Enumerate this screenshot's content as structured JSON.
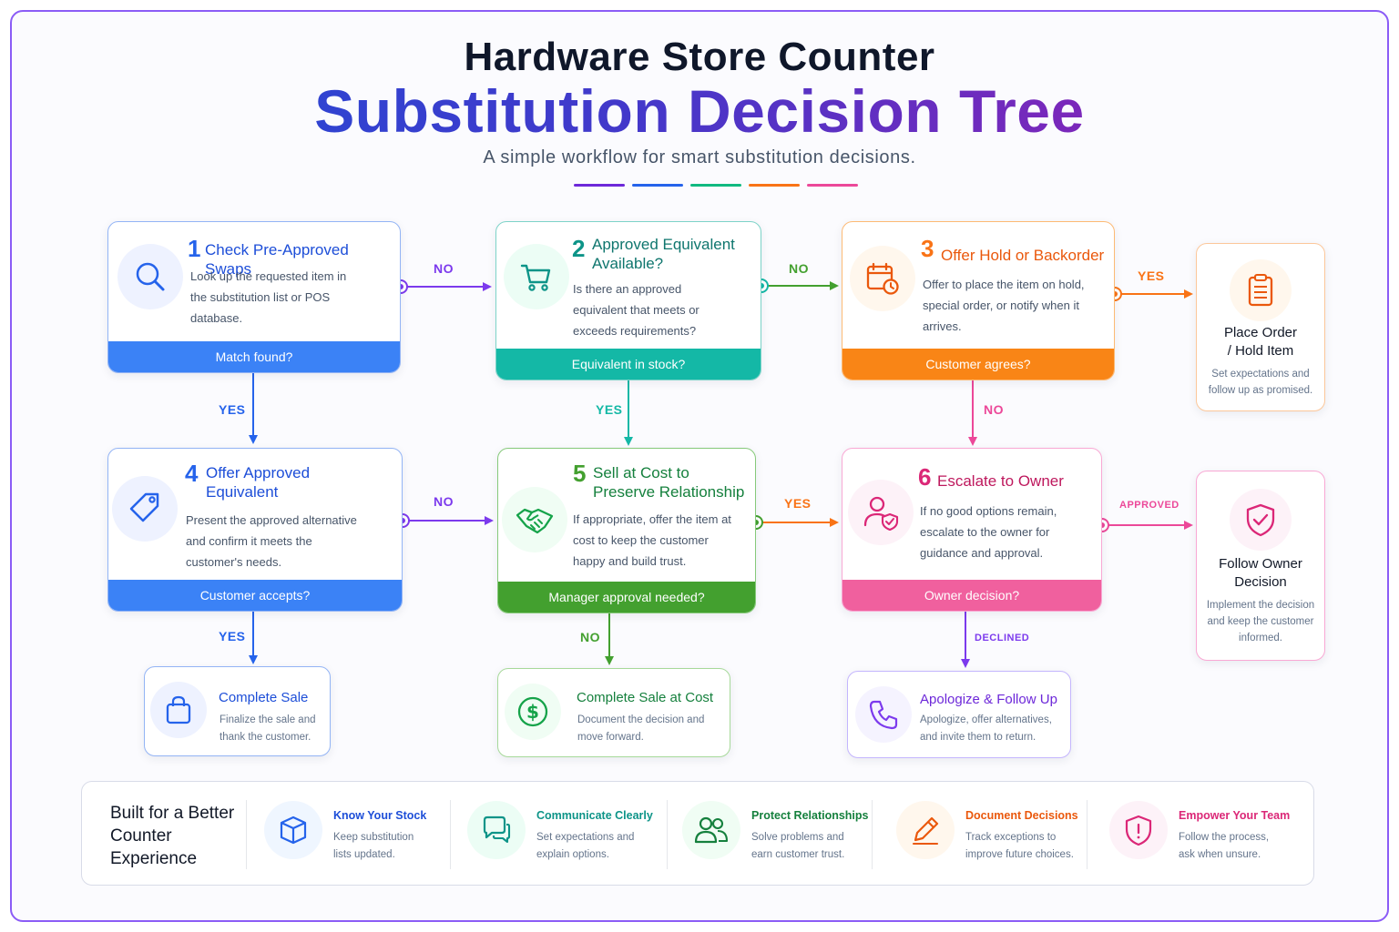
{
  "header": {
    "title_line1": "Hardware Store Counter",
    "title_line2": "Substitution Decision Tree",
    "subtitle": "A simple workflow for smart substitution decisions."
  },
  "colors": {
    "blue": "#3b82f6",
    "teal": "#14b8a6",
    "orange": "#f97316",
    "green": "#43a02f",
    "pink": "#ec4899",
    "purple": "#7c3aed"
  },
  "steps": {
    "s1": {
      "num": "1",
      "title": "Check Pre-Approved Swaps",
      "desc": "Look up the requested item in the substitution list or POS database.",
      "question": "Match found?",
      "icon": "magnifier-icon"
    },
    "s2": {
      "num": "2",
      "title": "Approved Equivalent Available?",
      "desc": "Is there an approved equivalent that meets or exceeds requirements?",
      "question": "Equivalent in stock?",
      "icon": "cart-icon"
    },
    "s3": {
      "num": "3",
      "title": "Offer Hold or Backorder",
      "desc": "Offer to place the item on hold, special order, or notify when it arrives.",
      "question": "Customer agrees?",
      "icon": "calendar-clock-icon"
    },
    "s4": {
      "num": "4",
      "title": "Offer Approved Equivalent",
      "desc": "Present the approved alternative and confirm it meets the customer's needs.",
      "question": "Customer accepts?",
      "icon": "tag-icon"
    },
    "s5": {
      "num": "5",
      "title": "Sell at Cost to Preserve Relationship",
      "desc": "If appropriate, offer the item at cost to keep the customer happy and build trust.",
      "question": "Manager approval needed?",
      "icon": "handshake-icon"
    },
    "s6": {
      "num": "6",
      "title": "Escalate to Owner",
      "desc": "If no good options remain, escalate to the owner for guidance and approval.",
      "question": "Owner decision?",
      "icon": "user-shield-icon"
    }
  },
  "outcomes": {
    "place_order": {
      "title": "Place Order / Hold Item",
      "desc": "Set expectations and follow up as promised.",
      "icon": "clipboard-icon"
    },
    "follow_owner": {
      "title": "Follow Owner Decision",
      "desc": "Implement the decision and keep the customer informed.",
      "icon": "shield-check-icon"
    },
    "complete_sale": {
      "title": "Complete Sale",
      "desc": "Finalize the sale and thank the customer.",
      "icon": "shopping-bag-icon"
    },
    "complete_sale_cost": {
      "title": "Complete Sale at Cost",
      "desc": "Document the decision and move forward.",
      "icon": "dollar-icon"
    },
    "apologize": {
      "title": "Apologize & Follow Up",
      "desc": "Apologize, offer alternatives, and invite them to return.",
      "icon": "phone-icon"
    }
  },
  "edges": {
    "s1_s2": "NO",
    "s2_s3": "NO",
    "s3_place": "YES",
    "s1_s4": "YES",
    "s2_s5": "YES",
    "s3_s6": "NO",
    "s4_s5": "NO",
    "s5_s6": "YES",
    "s6_follow": "APPROVED",
    "s4_complete": "YES",
    "s5_complete": "NO",
    "s6_apologize": "DECLINED"
  },
  "footer": {
    "title": "Built for a Better Counter Experience",
    "items": [
      {
        "head": "Know Your Stock",
        "desc1": "Keep substitution",
        "desc2": "lists updated.",
        "icon": "box-icon",
        "color": "#2563eb"
      },
      {
        "head": "Communicate Clearly",
        "desc1": "Set expectations and",
        "desc2": "explain options.",
        "icon": "chat-icon",
        "color": "#0d9488"
      },
      {
        "head": "Protect Relationships",
        "desc1": "Solve problems and",
        "desc2": "earn customer trust.",
        "icon": "people-icon",
        "color": "#15803d"
      },
      {
        "head": "Document Decisions",
        "desc1": "Track exceptions to",
        "desc2": "improve future choices.",
        "icon": "pencil-icon",
        "color": "#ea580c"
      },
      {
        "head": "Empower Your Team",
        "desc1": "Follow the process,",
        "desc2": "ask when unsure.",
        "icon": "shield-alert-icon",
        "color": "#db2777"
      }
    ]
  }
}
